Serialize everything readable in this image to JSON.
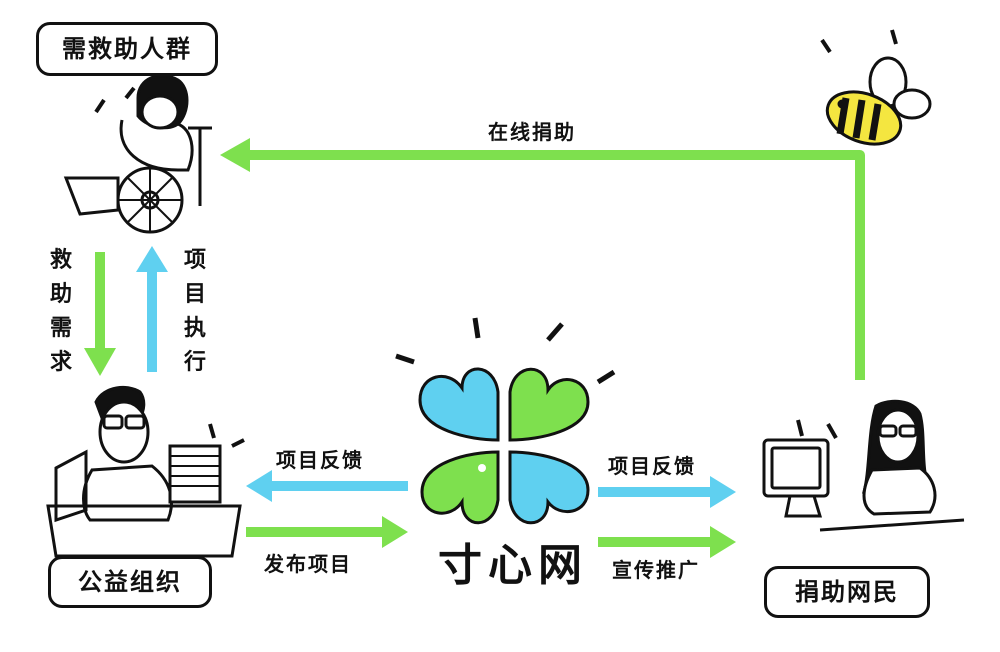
{
  "nodes": {
    "people_in_need": "需救助人群",
    "public_org": "公益组织",
    "donor": "捐助网民",
    "platform": "寸心网"
  },
  "edges": {
    "online_donation": "在线捐助",
    "rescue_demand": "救助需求",
    "project_execution": "项目执行",
    "feedback_left": "项目反馈",
    "publish_project": "发布项目",
    "feedback_right": "项目反馈",
    "promotion": "宣传推广"
  },
  "colors": {
    "green": "#7ee04e",
    "cyan": "#5fd0f0",
    "dark": "#111111",
    "bee_yellow": "#f4e640"
  }
}
